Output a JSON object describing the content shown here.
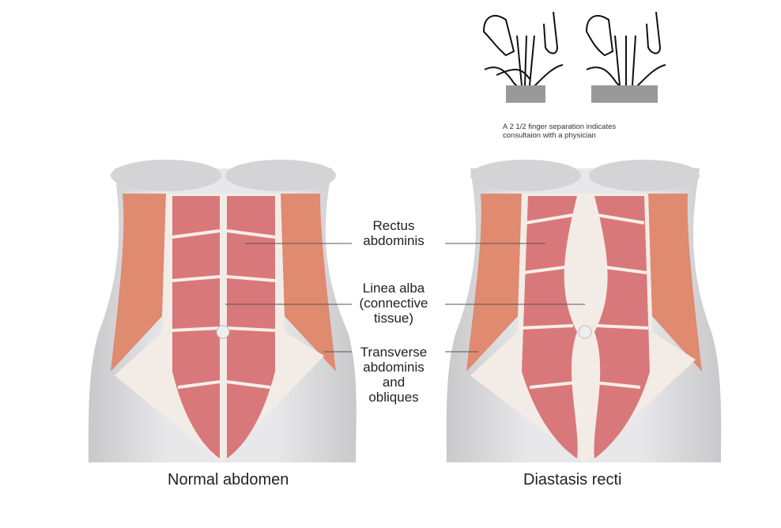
{
  "finger_test": {
    "note_line1": "A 2 1/2 finger separation indicates",
    "note_line2": "consultaion with a physician"
  },
  "labels": {
    "rectus": [
      "Rectus",
      "abdominis"
    ],
    "linea": [
      "Linea alba",
      "(connective",
      "tissue)"
    ],
    "transverse": [
      "Transverse",
      "abdominis",
      "and",
      "obliques"
    ]
  },
  "captions": {
    "normal": "Normal abdomen",
    "diastasis": "Diastasis recti"
  },
  "colors": {
    "muscle": "#d9787a",
    "oblique": "#e08a70",
    "tissue": "#f3ece6",
    "skin": "#d8d8da"
  }
}
